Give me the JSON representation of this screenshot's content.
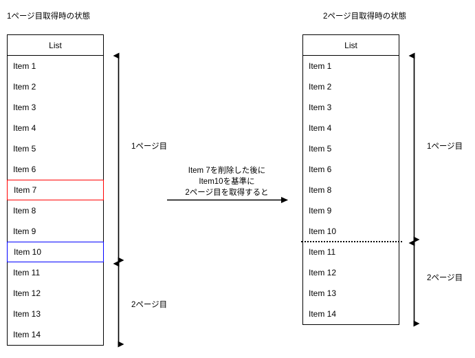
{
  "diagram": {
    "panels": [
      {
        "id": "left",
        "title": "1ページ目取得時の状態",
        "list": {
          "header": "List",
          "rows": [
            {
              "label": "Item 1",
              "highlight": "none"
            },
            {
              "label": "Item 2",
              "highlight": "none"
            },
            {
              "label": "Item 3",
              "highlight": "none"
            },
            {
              "label": "Item 4",
              "highlight": "none"
            },
            {
              "label": "Item 5",
              "highlight": "none"
            },
            {
              "label": "Item 6",
              "highlight": "none"
            },
            {
              "label": "Item 7",
              "highlight": "red"
            },
            {
              "label": "Item 8",
              "highlight": "none"
            },
            {
              "label": "Item 9",
              "highlight": "none"
            },
            {
              "label": "Item 10",
              "highlight": "blue"
            },
            {
              "label": "Item 11",
              "highlight": "none"
            },
            {
              "label": "Item 12",
              "highlight": "none"
            },
            {
              "label": "Item 13",
              "highlight": "none"
            },
            {
              "label": "Item 14",
              "highlight": "none"
            }
          ]
        },
        "ranges": [
          {
            "label": "1ページ目",
            "covers": "Item 1 - Item 10"
          },
          {
            "label": "2ページ目",
            "covers": "Item 11 - Item 14"
          }
        ]
      },
      {
        "id": "right",
        "title": "2ページ目取得時の状態",
        "list": {
          "header": "List",
          "rows": [
            {
              "label": "Item 1",
              "highlight": "none"
            },
            {
              "label": "Item 2",
              "highlight": "none"
            },
            {
              "label": "Item 3",
              "highlight": "none"
            },
            {
              "label": "Item 4",
              "highlight": "none"
            },
            {
              "label": "Item 5",
              "highlight": "none"
            },
            {
              "label": "Item 6",
              "highlight": "none"
            },
            {
              "label": "Item 8",
              "highlight": "none"
            },
            {
              "label": "Item 9",
              "highlight": "none"
            },
            {
              "label": "Item 10",
              "highlight": "none"
            },
            {
              "label": "Item 11",
              "highlight": "none"
            },
            {
              "label": "Item 12",
              "highlight": "none"
            },
            {
              "label": "Item 13",
              "highlight": "none"
            },
            {
              "label": "Item 14",
              "highlight": "none"
            }
          ]
        },
        "ranges": [
          {
            "label": "1ページ目",
            "covers": "Item 1 - Item 10"
          },
          {
            "label": "2ページ目",
            "covers": "Item 11 - Item 14"
          }
        ]
      }
    ],
    "transition": {
      "lines": [
        "Item 7を削除した後に",
        "Item10を基準に",
        "2ページ目を取得すると"
      ]
    },
    "colors": {
      "highlight_deleted": "#ff0000",
      "highlight_cursor": "#0000ff",
      "stroke": "#000000",
      "background": "#ffffff"
    }
  }
}
